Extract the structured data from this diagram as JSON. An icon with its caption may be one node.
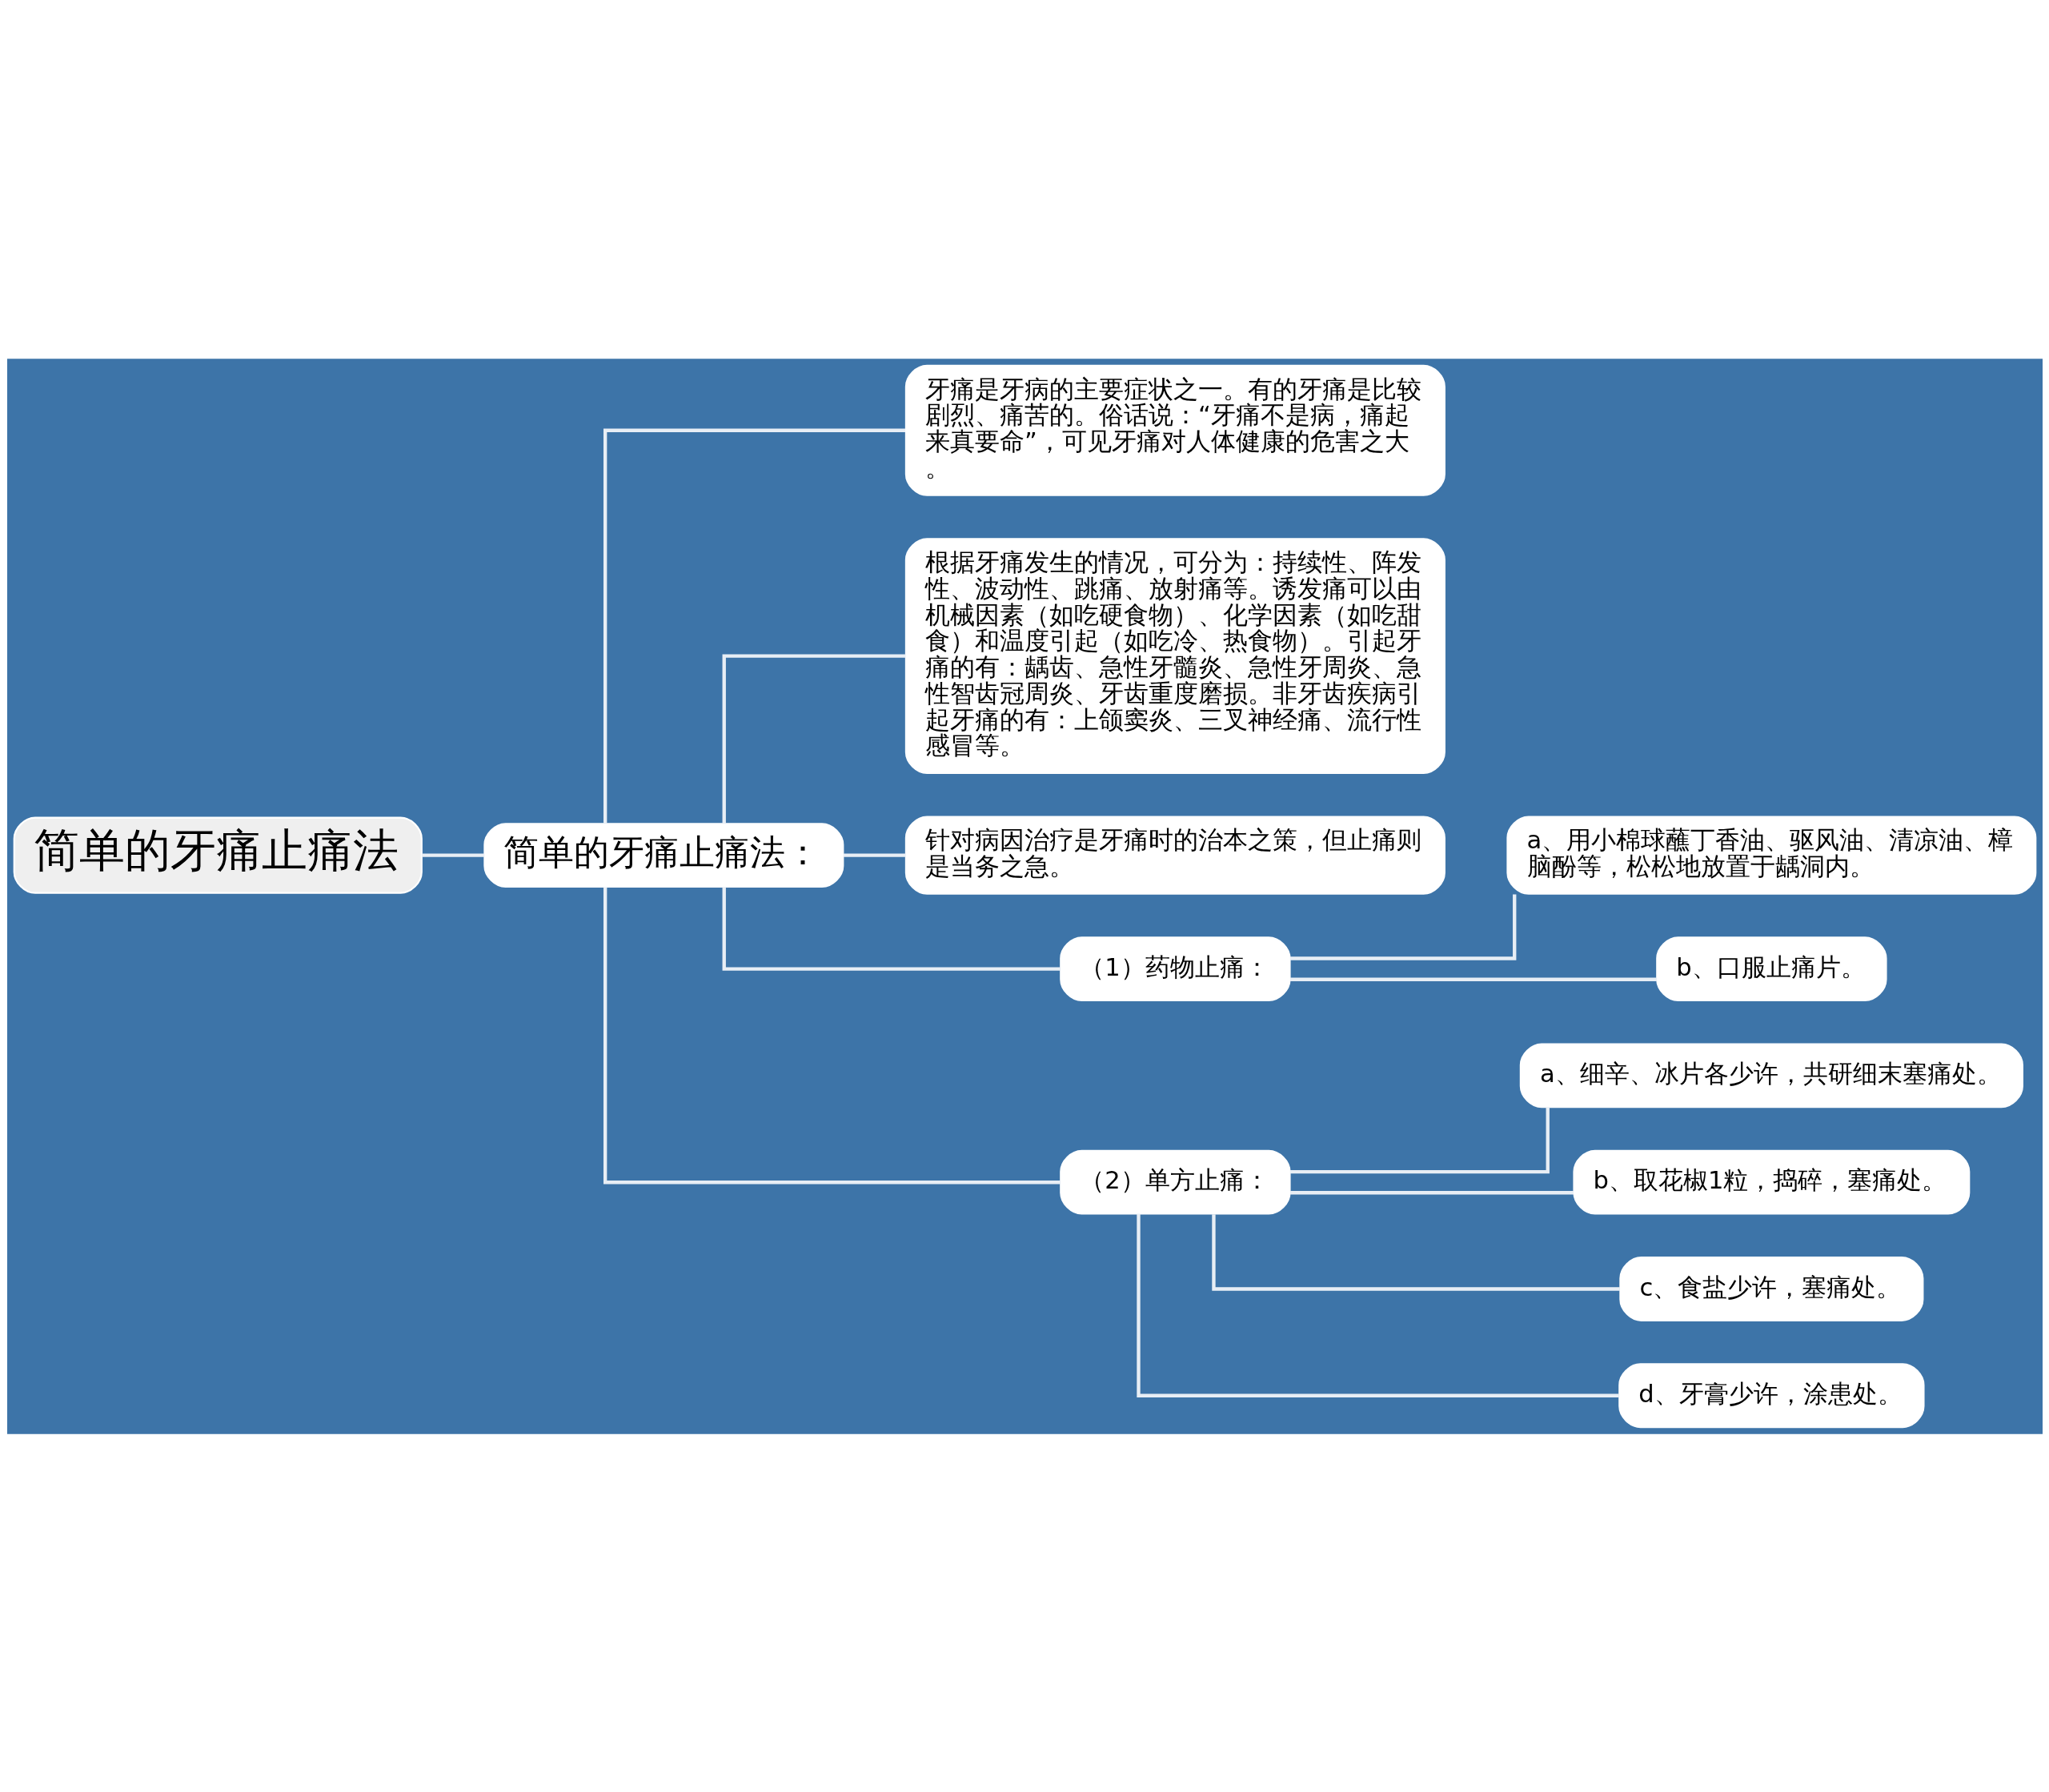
{
  "diagram": {
    "nodes": [
      {
        "text": [
          "简单的牙痛止痛法"
        ]
      },
      {
        "text": [
          "简单的牙痛止痛法："
        ]
      },
      {
        "text": [
          "牙痛是牙病的主要症状之一。有的牙痛是比较剧烈、痛苦的。俗话说：“牙痛不是病，痛起来真要命”，可见牙痛对人体健康的危害之大。"
        ]
      },
      {
        "text": [
          "根据牙痛发生的情况，可分为：持续性、阵发性、波动性、跳痛、放射痛等。诱发痛可以由机械因素（如吃硬食物）、化学因素（如吃甜食）和温度引起（如吃冷、热食物）。引起牙痛的有：龋齿、急性牙髓炎、急性牙周炎、急性智齿冠周炎、牙齿重度磨损。非牙齿疾病引起牙痛的有：上颌窦炎、三叉神经痛、流行性感冒等。"
        ]
      },
      {
        "text": [
          "针对病因治疗是牙痛时的治本之策，但止痛则是当务之急。"
        ]
      },
      {
        "text": [
          "（1）药物止痛："
        ]
      },
      {
        "text": [
          "a、用小棉球蘸丁香油、驱风油、清凉油、樟脑酚等，松松地放置于龋洞内。"
        ]
      },
      {
        "text": [
          "b、口服止痛片。"
        ]
      },
      {
        "text": [
          "（2）单方止痛："
        ]
      },
      {
        "text": [
          "a、细辛、冰片各少许，共研细末塞痛处。"
        ]
      },
      {
        "text": [
          "b、取花椒1粒，捣碎，塞痛处。"
        ]
      },
      {
        "text": [
          "c、食盐少许，塞痛处。"
        ]
      },
      {
        "text": [
          "d、牙膏少许，涂患处。"
        ]
      }
    ],
    "edges": [
      {
        "from": 0,
        "to": 1,
        "arrow": "none"
      },
      {
        "from": 1,
        "to": 2,
        "arrow": "none"
      },
      {
        "from": 1,
        "to": 3,
        "arrow": "none"
      },
      {
        "from": 1,
        "to": 4,
        "arrow": "none"
      },
      {
        "from": 1,
        "to": 5,
        "arrow": "none"
      },
      {
        "from": 1,
        "to": 8,
        "arrow": "none"
      },
      {
        "from": 5,
        "to": 6,
        "arrow": "none"
      },
      {
        "from": 5,
        "to": 7,
        "arrow": "none"
      },
      {
        "from": 8,
        "to": 9,
        "arrow": "none"
      },
      {
        "from": 8,
        "to": 10,
        "arrow": "none"
      },
      {
        "from": 8,
        "to": 11,
        "arrow": "none"
      },
      {
        "from": 8,
        "to": 12,
        "arrow": "none"
      }
    ]
  }
}
